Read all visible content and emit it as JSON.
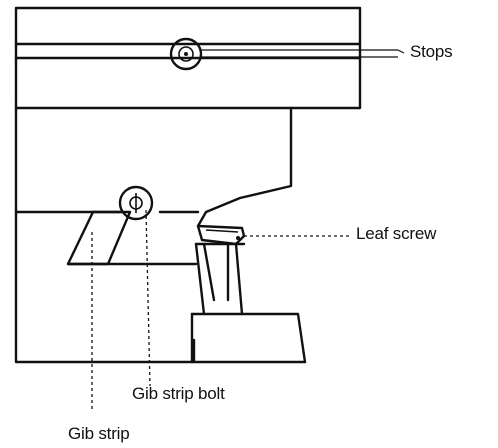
{
  "labels": {
    "stops": "Stops",
    "leaf_screw": "Leaf screw",
    "gib_strip_bolt": "Gib strip bolt",
    "gib_strip": "Gib strip"
  },
  "colors": {
    "ink": "#111111",
    "background": "#ffffff"
  }
}
